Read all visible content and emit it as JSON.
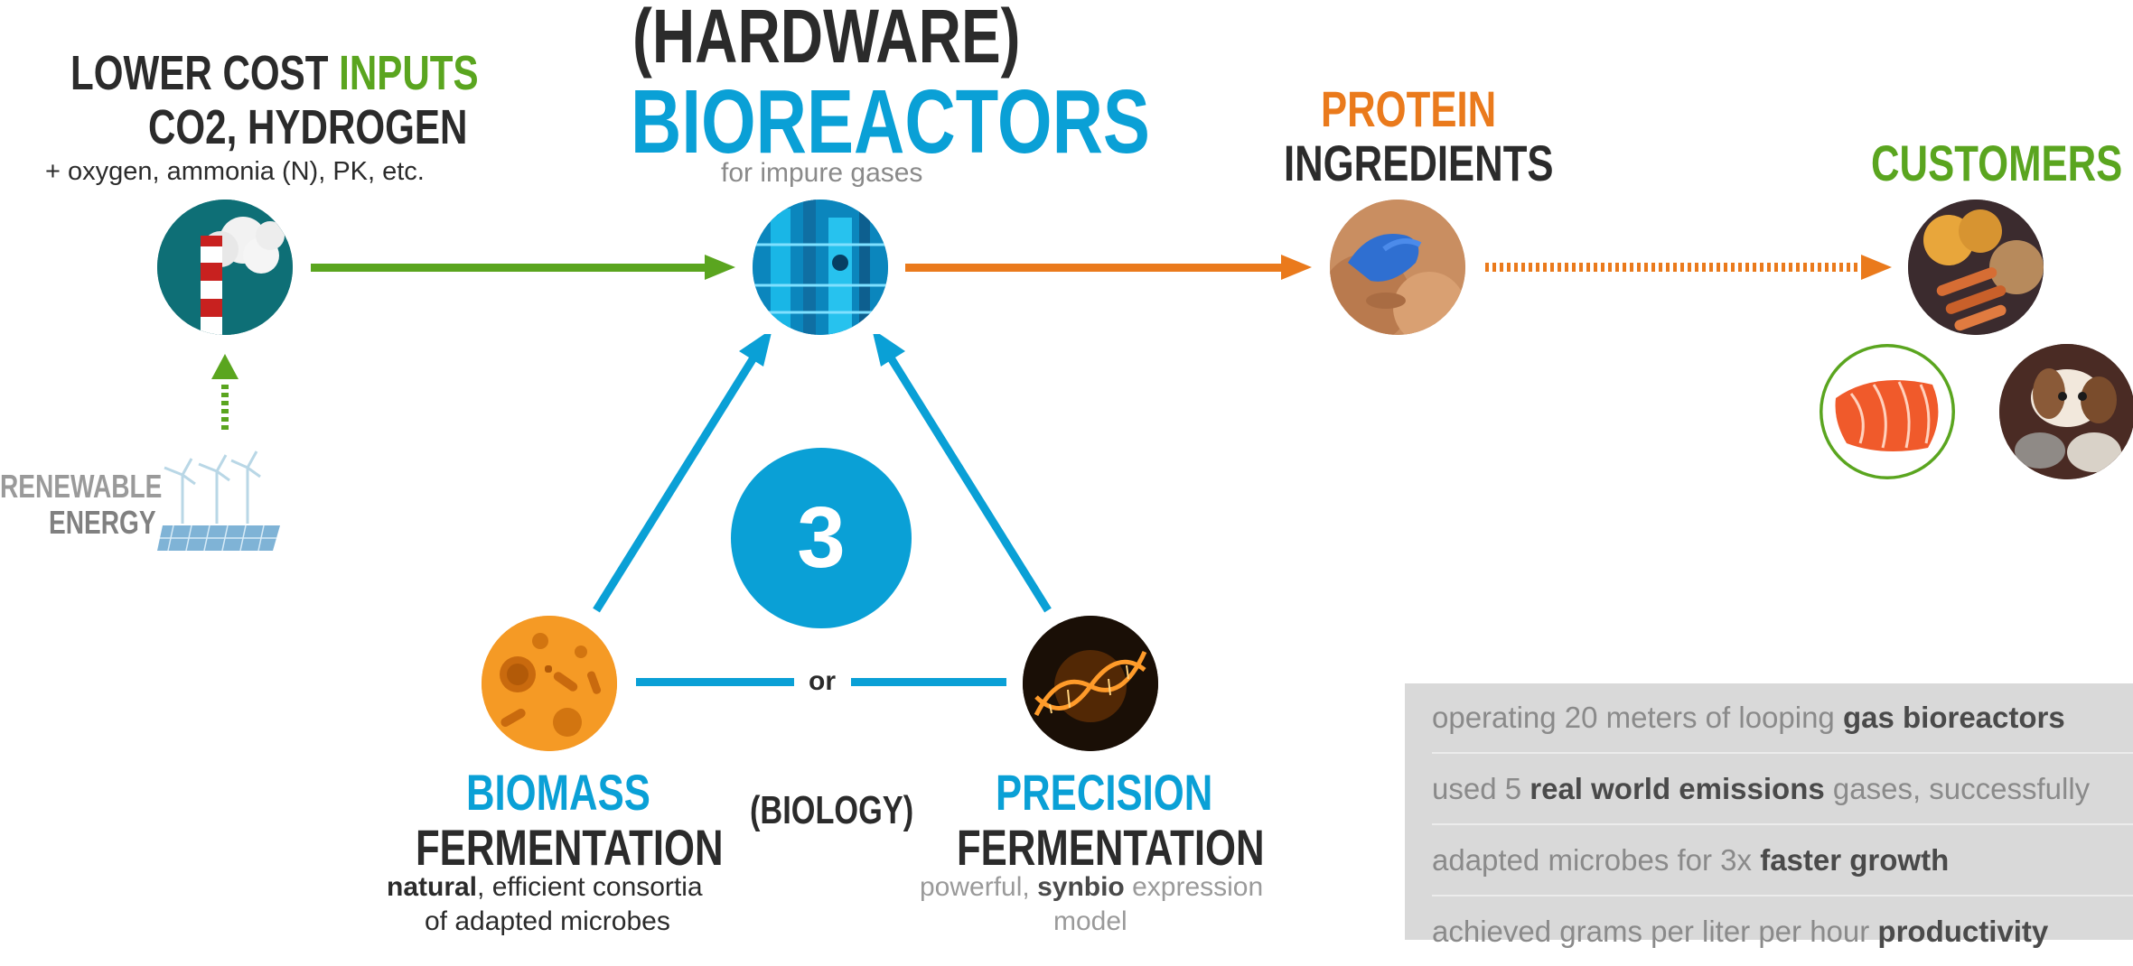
{
  "inputs": {
    "line1_dark": "LOWER COST ",
    "line1_green": "INPUTS",
    "line2": "CO2, HYDROGEN",
    "sub": "+ oxygen, ammonia (N), PK, etc."
  },
  "energy": {
    "line1": "RENEWABLE",
    "line2": "ENERGY"
  },
  "bioreactors": {
    "line1": "(HARDWARE)",
    "line2": "BIOREACTORS",
    "sub": "for impure gases"
  },
  "protein": {
    "line1": "PROTEIN",
    "line2": "INGREDIENTS"
  },
  "customers": {
    "label": "CUSTOMERS"
  },
  "center": {
    "number": "3",
    "or": "or",
    "biology": "(BIOLOGY)"
  },
  "biomass": {
    "line1": "BIOMASS",
    "line2": "FERMENTATION",
    "sub1_bold": "natural",
    "sub1_rest": ", efficient consortia",
    "sub2": "of adapted microbes"
  },
  "precision": {
    "line1": "PRECISION",
    "line2": "FERMENTATION",
    "sub1_pre": "powerful, ",
    "sub1_bold": "synbio",
    "sub1_post": " expression",
    "sub2": "model"
  },
  "panel": {
    "rows": [
      {
        "pre": "operating 20 meters of looping ",
        "bold": "gas bioreactors",
        "post": ""
      },
      {
        "pre": "used 5 ",
        "bold": "real world emissions",
        "post": " gases, successfully"
      },
      {
        "pre": "adapted microbes for 3x ",
        "bold": "faster growth",
        "post": ""
      },
      {
        "pre": "achieved grams per liter per hour ",
        "bold": "productivity",
        "post": ""
      }
    ]
  },
  "colors": {
    "green": "#5aa51f",
    "blue": "#0aa0d6",
    "orange": "#ea7a1c",
    "dark": "#2b2b2b",
    "panel": "#d9d9d9"
  }
}
